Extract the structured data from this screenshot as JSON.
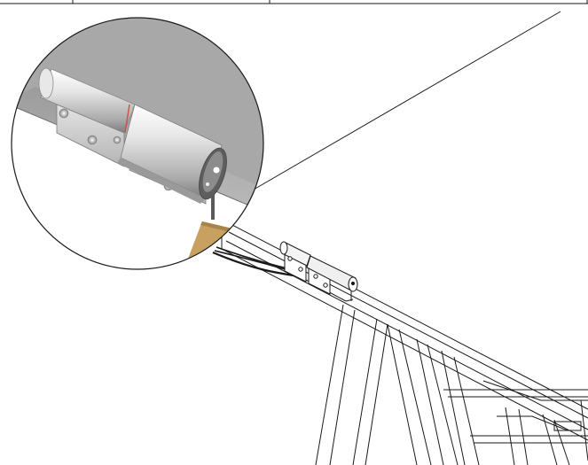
{
  "diagram": {
    "kind": "technical-illustration",
    "subject": "hinge",
    "components": [
      {
        "id": "header-strip",
        "label": ""
      },
      {
        "id": "magnifier-detail",
        "label": ""
      },
      {
        "id": "hinge-closeup",
        "label": ""
      },
      {
        "id": "frame-beam",
        "label": ""
      },
      {
        "id": "hinge-assembly",
        "label": ""
      },
      {
        "id": "a-frame-legs",
        "label": ""
      },
      {
        "id": "callout-lines",
        "label": ""
      }
    ]
  },
  "colors": {
    "line": "#1a1a1a",
    "magnifier_background": "#a8a8a8",
    "hinge_metal": "#d4d4d4",
    "hinge_highlight": "#f2f2f2",
    "hinge_shadow": "#8f8f8f",
    "wood": "#c8a060",
    "marker_red": "#d64a4a"
  }
}
